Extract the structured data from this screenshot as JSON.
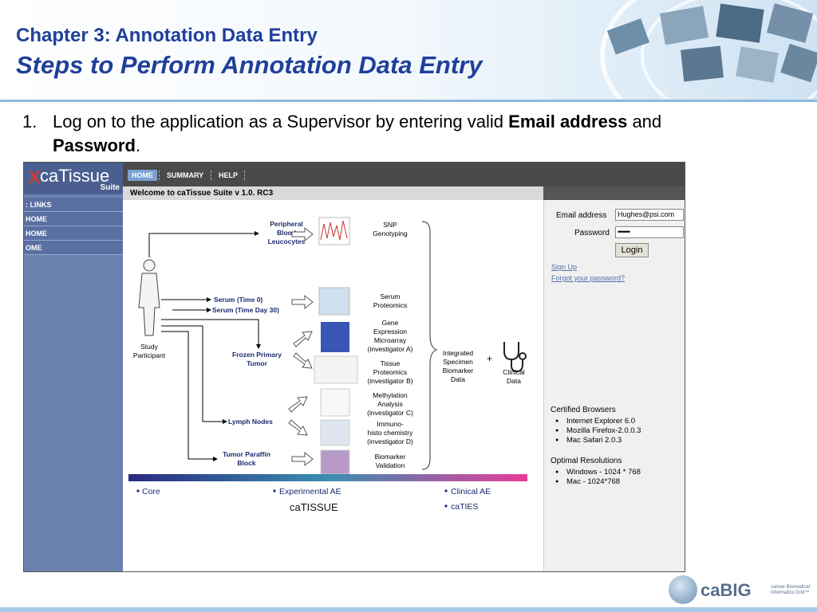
{
  "slide": {
    "chapter": "Chapter 3: Annotation Data Entry",
    "title": "Steps to Perform Annotation Data Entry",
    "step_number": "1.",
    "step_text_1": "Log on to the application as a Supervisor by entering valid ",
    "step_bold_1": "Email address",
    "step_text_2": " and ",
    "step_bold_2": "Password",
    "step_text_3": "."
  },
  "app": {
    "logo_x": "X",
    "logo_name": "caTissue",
    "logo_suite": "Suite",
    "tabs": [
      "HOME",
      "SUMMARY",
      "HELP"
    ],
    "nav": [
      ": LINKS",
      "HOME",
      "HOME",
      "OME"
    ],
    "welcome": "Welcome to caTissue Suite v 1.0. RC3",
    "login": {
      "email_label": "Email address",
      "email_value": "Hughes@psi.com",
      "password_label": "Password",
      "password_value": "•••••••",
      "login_button": "Login",
      "signup": "Sign Up",
      "forgot": "Forgot your password?"
    },
    "browsers_heading": "Certified Browsers",
    "browsers": [
      "Internet Explorer 6.0",
      "Mozilla Firefox-2.0.0.3",
      "Mac Safari 2.0.3"
    ],
    "resolutions_heading": "Optimal Resolutions",
    "resolutions": [
      "Windows - 1024 * 768",
      "Mac - 1024*768"
    ]
  },
  "diagram": {
    "participant": [
      "Study",
      "Participant"
    ],
    "sources": [
      [
        "Peripheral",
        "Blood",
        "Leucocytes"
      ],
      [
        "Serum (Time 0)"
      ],
      [
        "Serum (Time Day 30)"
      ],
      [
        "Frozen Primary",
        "Tumor"
      ],
      [
        "Lymph Nodes"
      ],
      [
        "Tumor Paraffin",
        "Block"
      ]
    ],
    "assays": [
      [
        "SNP",
        "Genotyping"
      ],
      [
        "Serum",
        "Proteomics"
      ],
      [
        "Gene",
        "Expression",
        "Microarray",
        "(investigator A)"
      ],
      [
        "Tissue",
        "Proteomics",
        "(investigator B)"
      ],
      [
        "Methylation",
        "Analysis",
        "(investigator C)"
      ],
      [
        "Immuno-",
        "histo chemistry",
        "(investigator D)"
      ],
      [
        "Biomarker",
        "Validation"
      ]
    ],
    "integrated": [
      "Integrated",
      "Specimen",
      "Biomarker",
      "Data"
    ],
    "plus": "+",
    "clinical": [
      "Clinical",
      "Data"
    ],
    "legend": [
      "Core",
      "Experimental AE",
      "Clinical AE",
      "caTIES"
    ],
    "legend_brand": "caTISSUE"
  },
  "footer": {
    "brand": "caBIG",
    "tagline": "cancer Biomedical Informatics Grid™"
  }
}
